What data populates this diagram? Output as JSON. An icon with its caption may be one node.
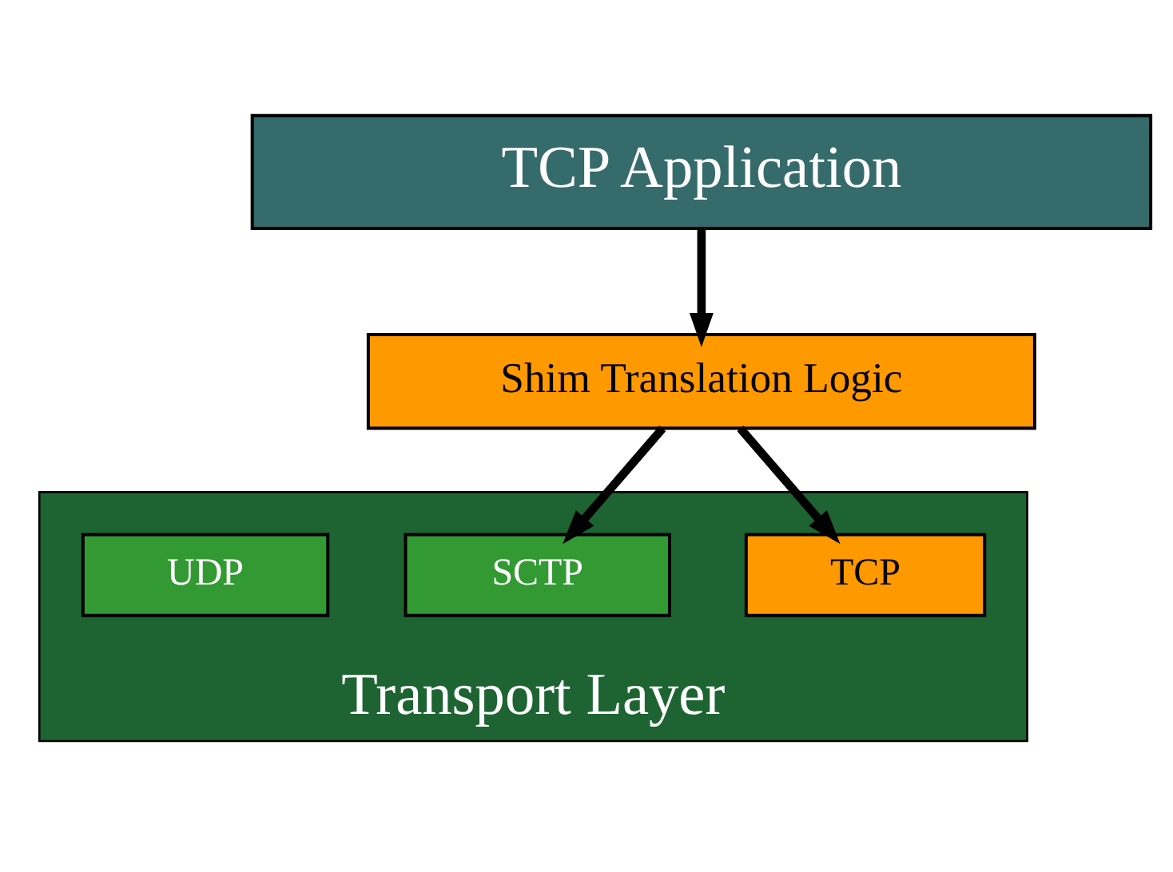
{
  "diagram": {
    "nodes": [
      {
        "text": [
          "TCP Application"
        ]
      },
      {
        "text": [
          "Shim Translation Logic"
        ]
      },
      {
        "text": [
          "Transport Layer"
        ]
      },
      {
        "text": [
          "TCP"
        ],
        "in": 2
      },
      {
        "text": [
          "SCTP"
        ],
        "in": 2
      },
      {
        "text": [
          "UDP"
        ],
        "in": 2
      }
    ],
    "edges": [
      {
        "from": 0,
        "to": 1,
        "arrow": "to"
      },
      {
        "from": 1,
        "to": 3,
        "arrow": "to"
      },
      {
        "from": 1,
        "to": 4,
        "arrow": "to"
      }
    ]
  }
}
